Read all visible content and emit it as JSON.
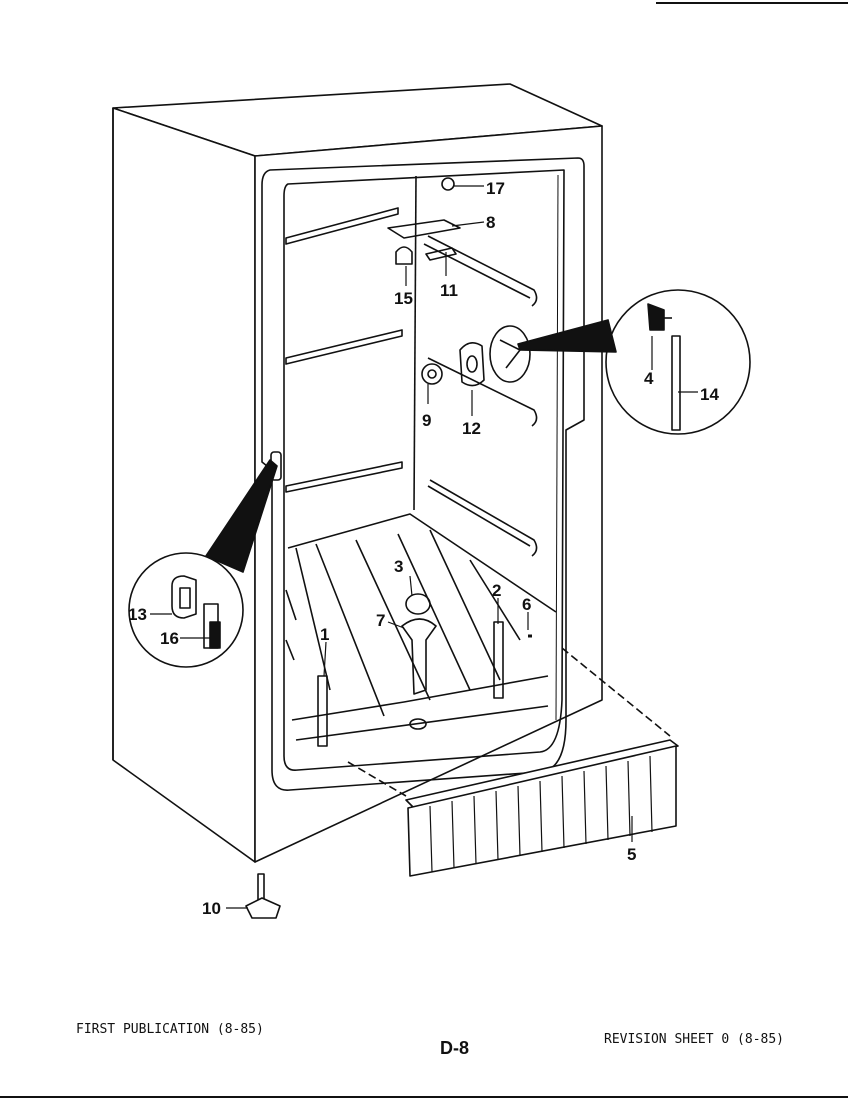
{
  "callouts": {
    "c1": "1",
    "c2": "2",
    "c3": "3",
    "c4": "4",
    "c5": "5",
    "c6": "6",
    "c7": "7",
    "c8": "8",
    "c9": "9",
    "c10": "10",
    "c11": "11",
    "c12": "12",
    "c13": "13",
    "c14": "14",
    "c15": "15",
    "c16": "16",
    "c17": "17"
  },
  "footer": {
    "left": "FIRST PUBLICATION (8-85)",
    "center": "D-8",
    "right": "REVISION SHEET 0 (8-85)"
  }
}
